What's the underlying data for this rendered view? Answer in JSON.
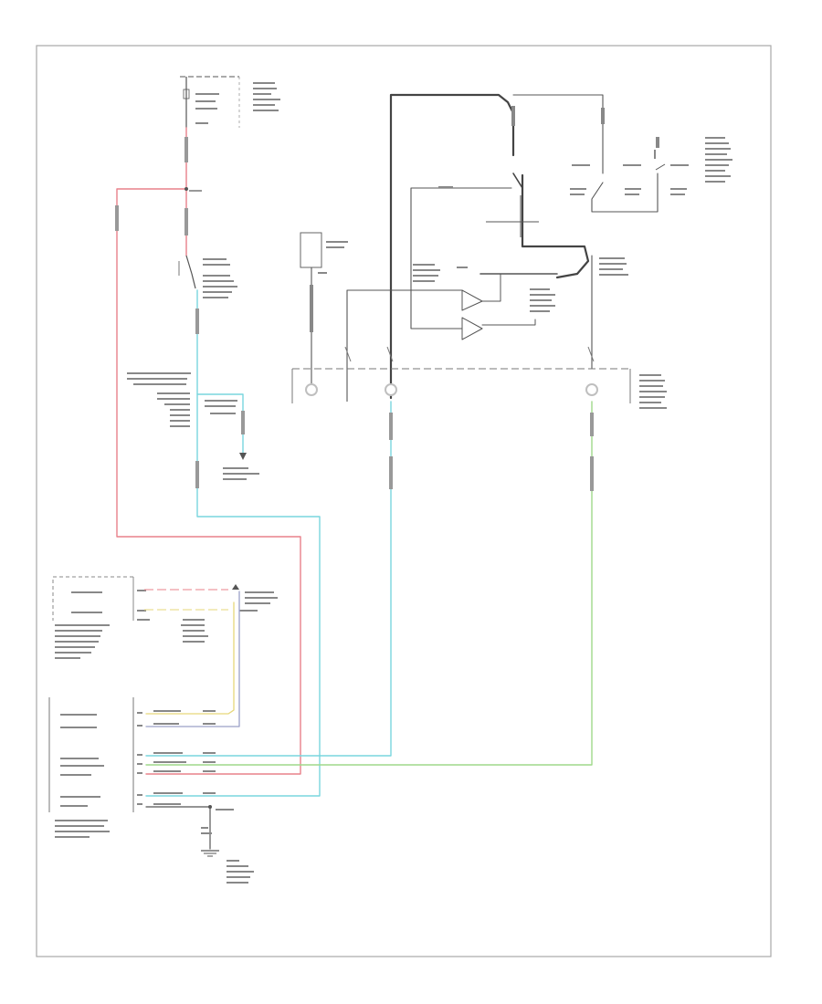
{
  "diagram": {
    "footer_code": "",
    "colors": {
      "frame": "#a8a8a8",
      "wire_black": "#555555",
      "wire_red": "#e8808a",
      "wire_lightblue": "#79d6de",
      "wire_green": "#9fd98a",
      "wire_yellow": "#e6d77a",
      "wire_violet": "#9aa0c8",
      "terminal": "#bfbfbf"
    },
    "components": [
      {
        "id": "fuse-panel",
        "text": ""
      },
      {
        "id": "brake-pressure-switch",
        "text": ""
      },
      {
        "id": "speed-sensor-note",
        "text": ""
      },
      {
        "id": "vss-module",
        "text": ""
      },
      {
        "id": "transducer",
        "text": ""
      },
      {
        "id": "speed-control-switch",
        "text": ""
      },
      {
        "id": "speed-control-servo",
        "text": ""
      },
      {
        "id": "powertrain-control-module",
        "text": ""
      },
      {
        "id": "speed-control-module",
        "text": ""
      },
      {
        "id": "ground",
        "text": ""
      }
    ]
  }
}
